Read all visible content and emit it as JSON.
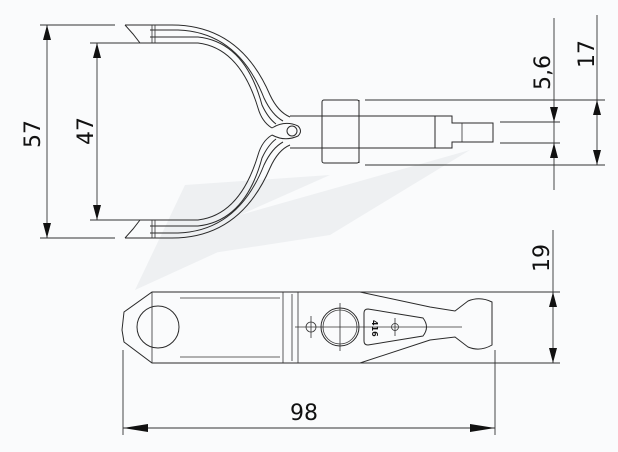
{
  "drawing": {
    "title": "Clip technical drawing with dimensions",
    "units": "mm",
    "watermark": "lightning-bolt-logo",
    "colors": {
      "line": "#2a2a2a",
      "background": "#fafbfc",
      "watermark": "#e9ecef"
    }
  },
  "views": {
    "top_view": {
      "label": "U-shaped clip with shaft (top view)"
    },
    "side_view": {
      "label": "Clip side view",
      "part_marking": "416"
    }
  },
  "dimensions": {
    "outer_height": "57",
    "inner_height": "47",
    "shaft_diameter": "5,6",
    "collar_height": "17",
    "side_height": "19",
    "overall_length": "98"
  }
}
